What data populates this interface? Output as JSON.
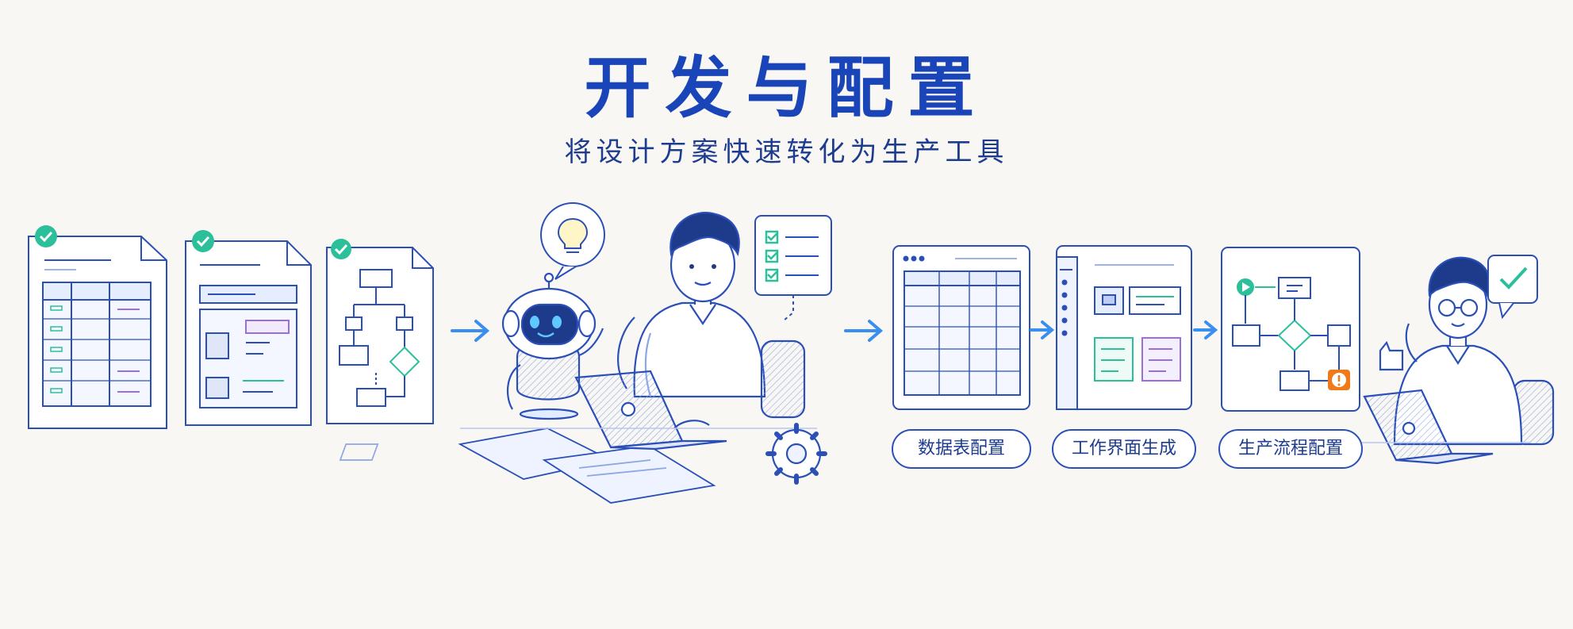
{
  "header": {
    "title": "开发与配置",
    "subtitle": "将设计方案快速转化为生产工具"
  },
  "labels": {
    "datatable_config": "数据表配置",
    "workui_generate": "工作界面生成",
    "process_config": "生产流程配置"
  },
  "colors": {
    "primary": "#1a45b8",
    "line": "#2a4fb8",
    "accent_green": "#2bbf9a",
    "accent_purple": "#9b6ee0",
    "arrow_blue": "#3a8ef0",
    "warning_orange": "#f07a1a",
    "background": "#f8f7f3"
  },
  "icons": [
    "check-icon",
    "lightbulb-icon",
    "robot-icon",
    "laptop-icon",
    "gear-icon",
    "arrow-right-icon",
    "play-icon",
    "warning-icon",
    "thumbs-up-icon"
  ]
}
